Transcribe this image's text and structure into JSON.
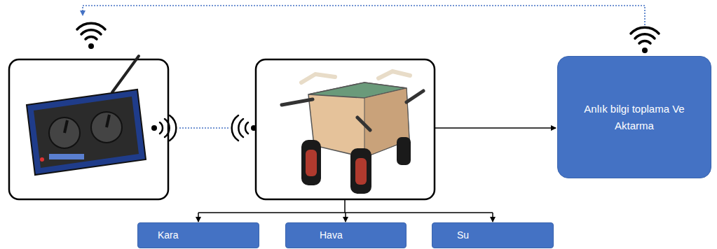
{
  "diagram": {
    "nodes": [
      {
        "text": [
          "Anlık bilgi toplama Ve Aktarma"
        ]
      },
      {
        "text": [
          "Kara"
        ]
      },
      {
        "text": [
          "Hava"
        ]
      },
      {
        "text": [
          "Su"
        ]
      }
    ]
  }
}
